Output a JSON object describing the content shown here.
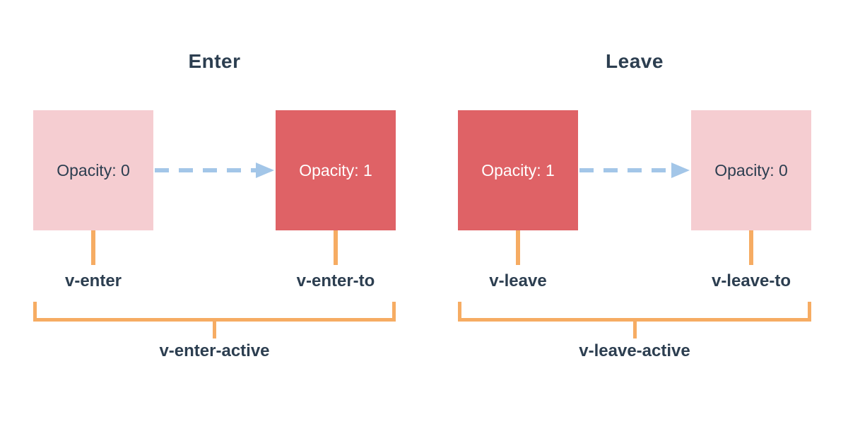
{
  "colors": {
    "pink": "#f5cdd1",
    "red": "#df6266",
    "blue": "#a3c6e8",
    "orange": "#f6ac63",
    "text": "#2c3e50",
    "bg": "#ffffff"
  },
  "sections": [
    {
      "title": "Enter",
      "start_box": "Opacity: 0",
      "end_box": "Opacity: 1",
      "start_label": "v-enter",
      "end_label": "v-enter-to",
      "active_label": "v-enter-active"
    },
    {
      "title": "Leave",
      "start_box": "Opacity: 1",
      "end_box": "Opacity: 0",
      "start_label": "v-leave",
      "end_label": "v-leave-to",
      "active_label": "v-leave-active"
    }
  ]
}
